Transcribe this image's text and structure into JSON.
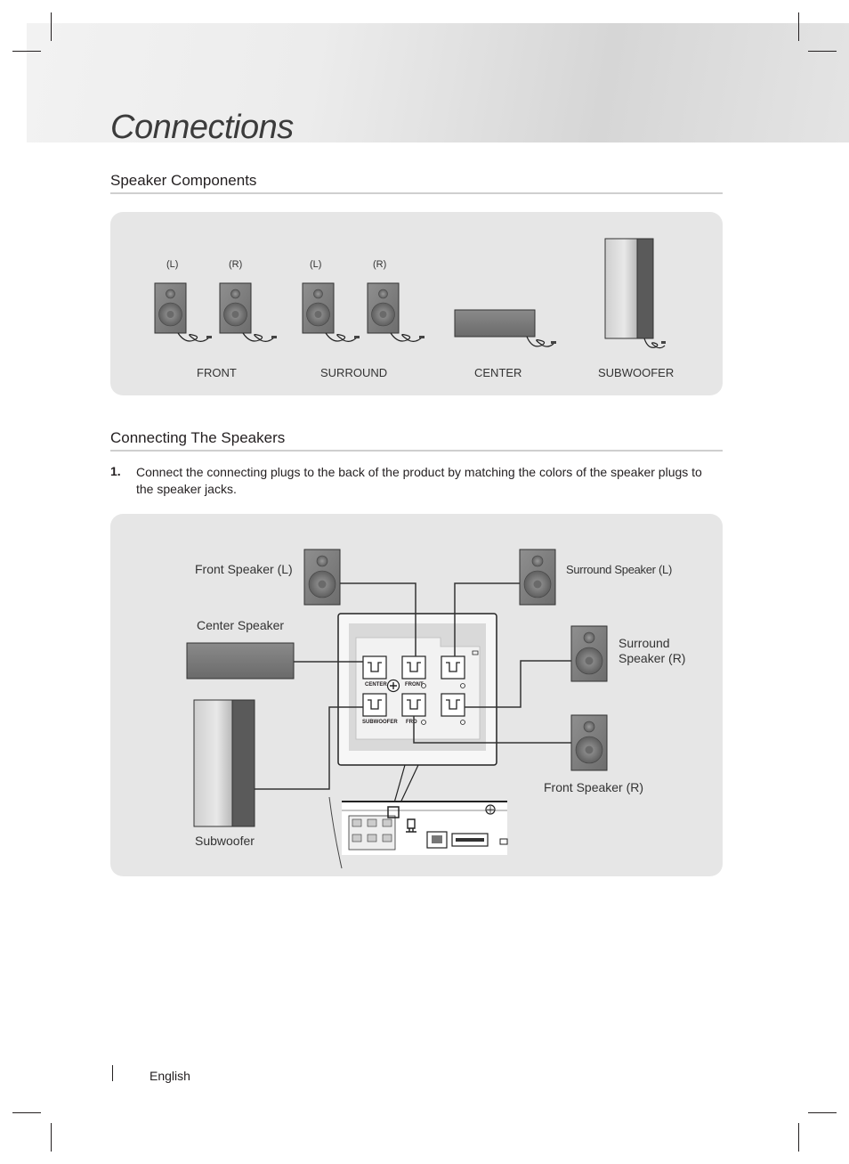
{
  "page": {
    "title": "Connections",
    "language": "English"
  },
  "components": {
    "heading": "Speaker Components",
    "side_left": "(L)",
    "side_right": "(R)",
    "labels": {
      "front": "FRONT",
      "surround": "SURROUND",
      "center": "CENTER",
      "subwoofer": "SUBWOOFER"
    }
  },
  "connecting": {
    "heading": "Connecting The Speakers",
    "step_number": "1.",
    "step_text": "Connect the connecting plugs to the back of the product by matching the colors of the speaker plugs to the speaker jacks.",
    "labels": {
      "front_left": "Front Speaker (L)",
      "center": "Center Speaker",
      "subwoofer": "Subwoofer",
      "surround_left": "Surround Speaker (L)",
      "surround_right_line1": "Surround",
      "surround_right_line2": "Speaker (R)",
      "front_right": "Front Speaker (R)"
    },
    "jack_labels": {
      "center": "CENTER",
      "front": "FRONT",
      "subwoofer": "SUBWOOFER",
      "fro": "FRO"
    }
  }
}
